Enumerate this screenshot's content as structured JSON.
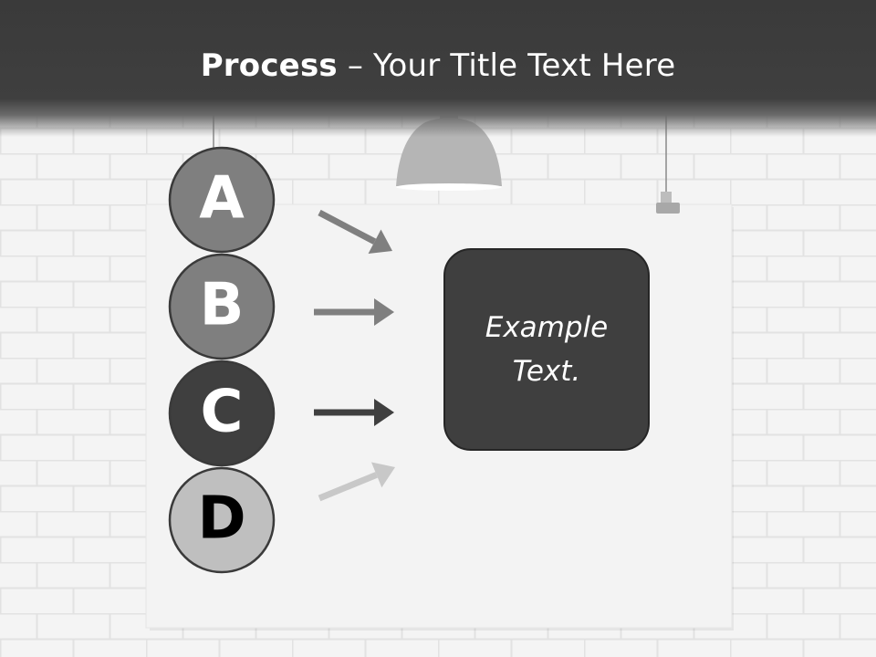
{
  "header": {
    "title_bold": "Process",
    "title_rest": " – Your Title Text Here"
  },
  "steps": [
    {
      "letter": "A",
      "fill": "#7f7f7f",
      "text_color": "#ffffff",
      "arrow_color": "#7f7f7f"
    },
    {
      "letter": "B",
      "fill": "#7f7f7f",
      "text_color": "#ffffff",
      "arrow_color": "#7f7f7f"
    },
    {
      "letter": "C",
      "fill": "#3f3f3f",
      "text_color": "#ffffff",
      "arrow_color": "#3f3f3f"
    },
    {
      "letter": "D",
      "fill": "#bfbfbf",
      "text_color": "#000000",
      "arrow_color": "#c8c8c8"
    }
  ],
  "result_box": {
    "text": "Example Text.",
    "fill": "#3f3f3f"
  }
}
